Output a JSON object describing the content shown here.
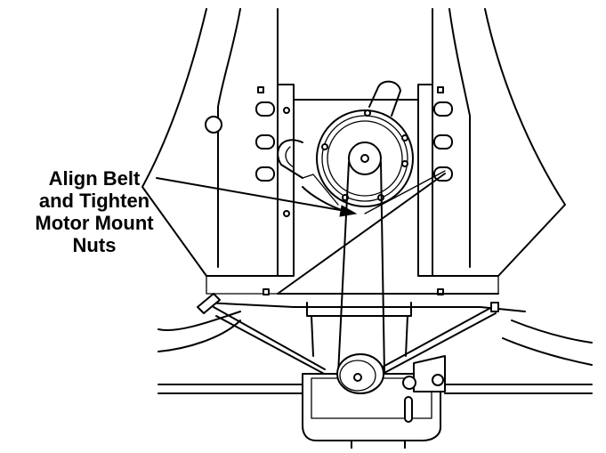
{
  "callout": {
    "lines": [
      "Align Belt",
      "and Tighten",
      "Motor Mount",
      "Nuts"
    ]
  }
}
